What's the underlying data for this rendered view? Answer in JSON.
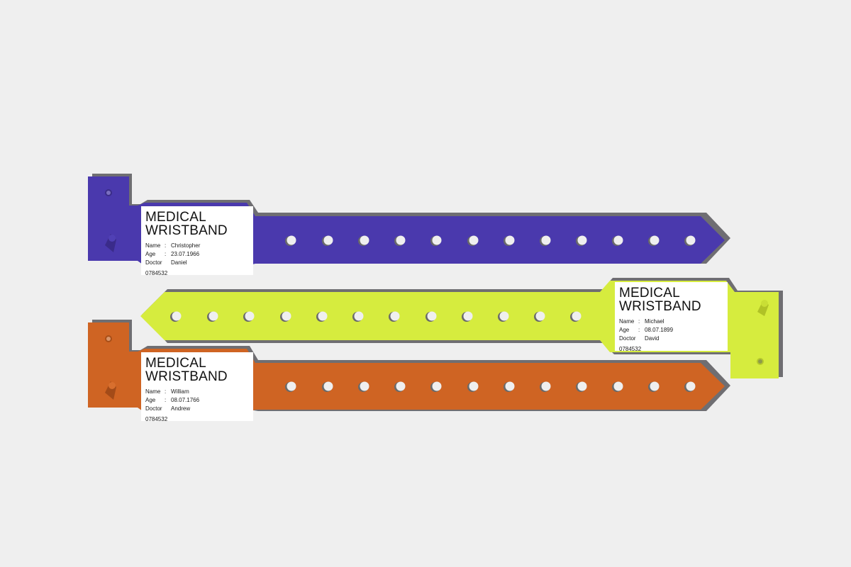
{
  "colors": {
    "background": "#efefef",
    "edge": "#6f6e72"
  },
  "bands": [
    {
      "color": "#4a39ad",
      "label": {
        "title_line1": "MEDICAL",
        "title_line2": "WRISTBAND",
        "name_key": "Name",
        "name_value": "Christopher",
        "age_key": "Age",
        "age_value": "23.07.1966",
        "doctor_key": "Doctor",
        "doctor_value": "Daniel",
        "separator": ":",
        "id": "0784532"
      }
    },
    {
      "color": "#d6ec3e",
      "label": {
        "title_line1": "MEDICAL",
        "title_line2": "WRISTBAND",
        "name_key": "Name",
        "name_value": "Michael",
        "age_key": "Age",
        "age_value": "08.07.1899",
        "doctor_key": "Doctor",
        "doctor_value": "David",
        "separator": ":",
        "id": "0784532"
      }
    },
    {
      "color": "#cf6423",
      "label": {
        "title_line1": "MEDICAL",
        "title_line2": "WRISTBAND",
        "name_key": "Name",
        "name_value": "William",
        "age_key": "Age",
        "age_value": "08.07.1766",
        "doctor_key": "Doctor",
        "doctor_value": "Andrew",
        "separator": ":",
        "id": "0784532"
      }
    }
  ]
}
